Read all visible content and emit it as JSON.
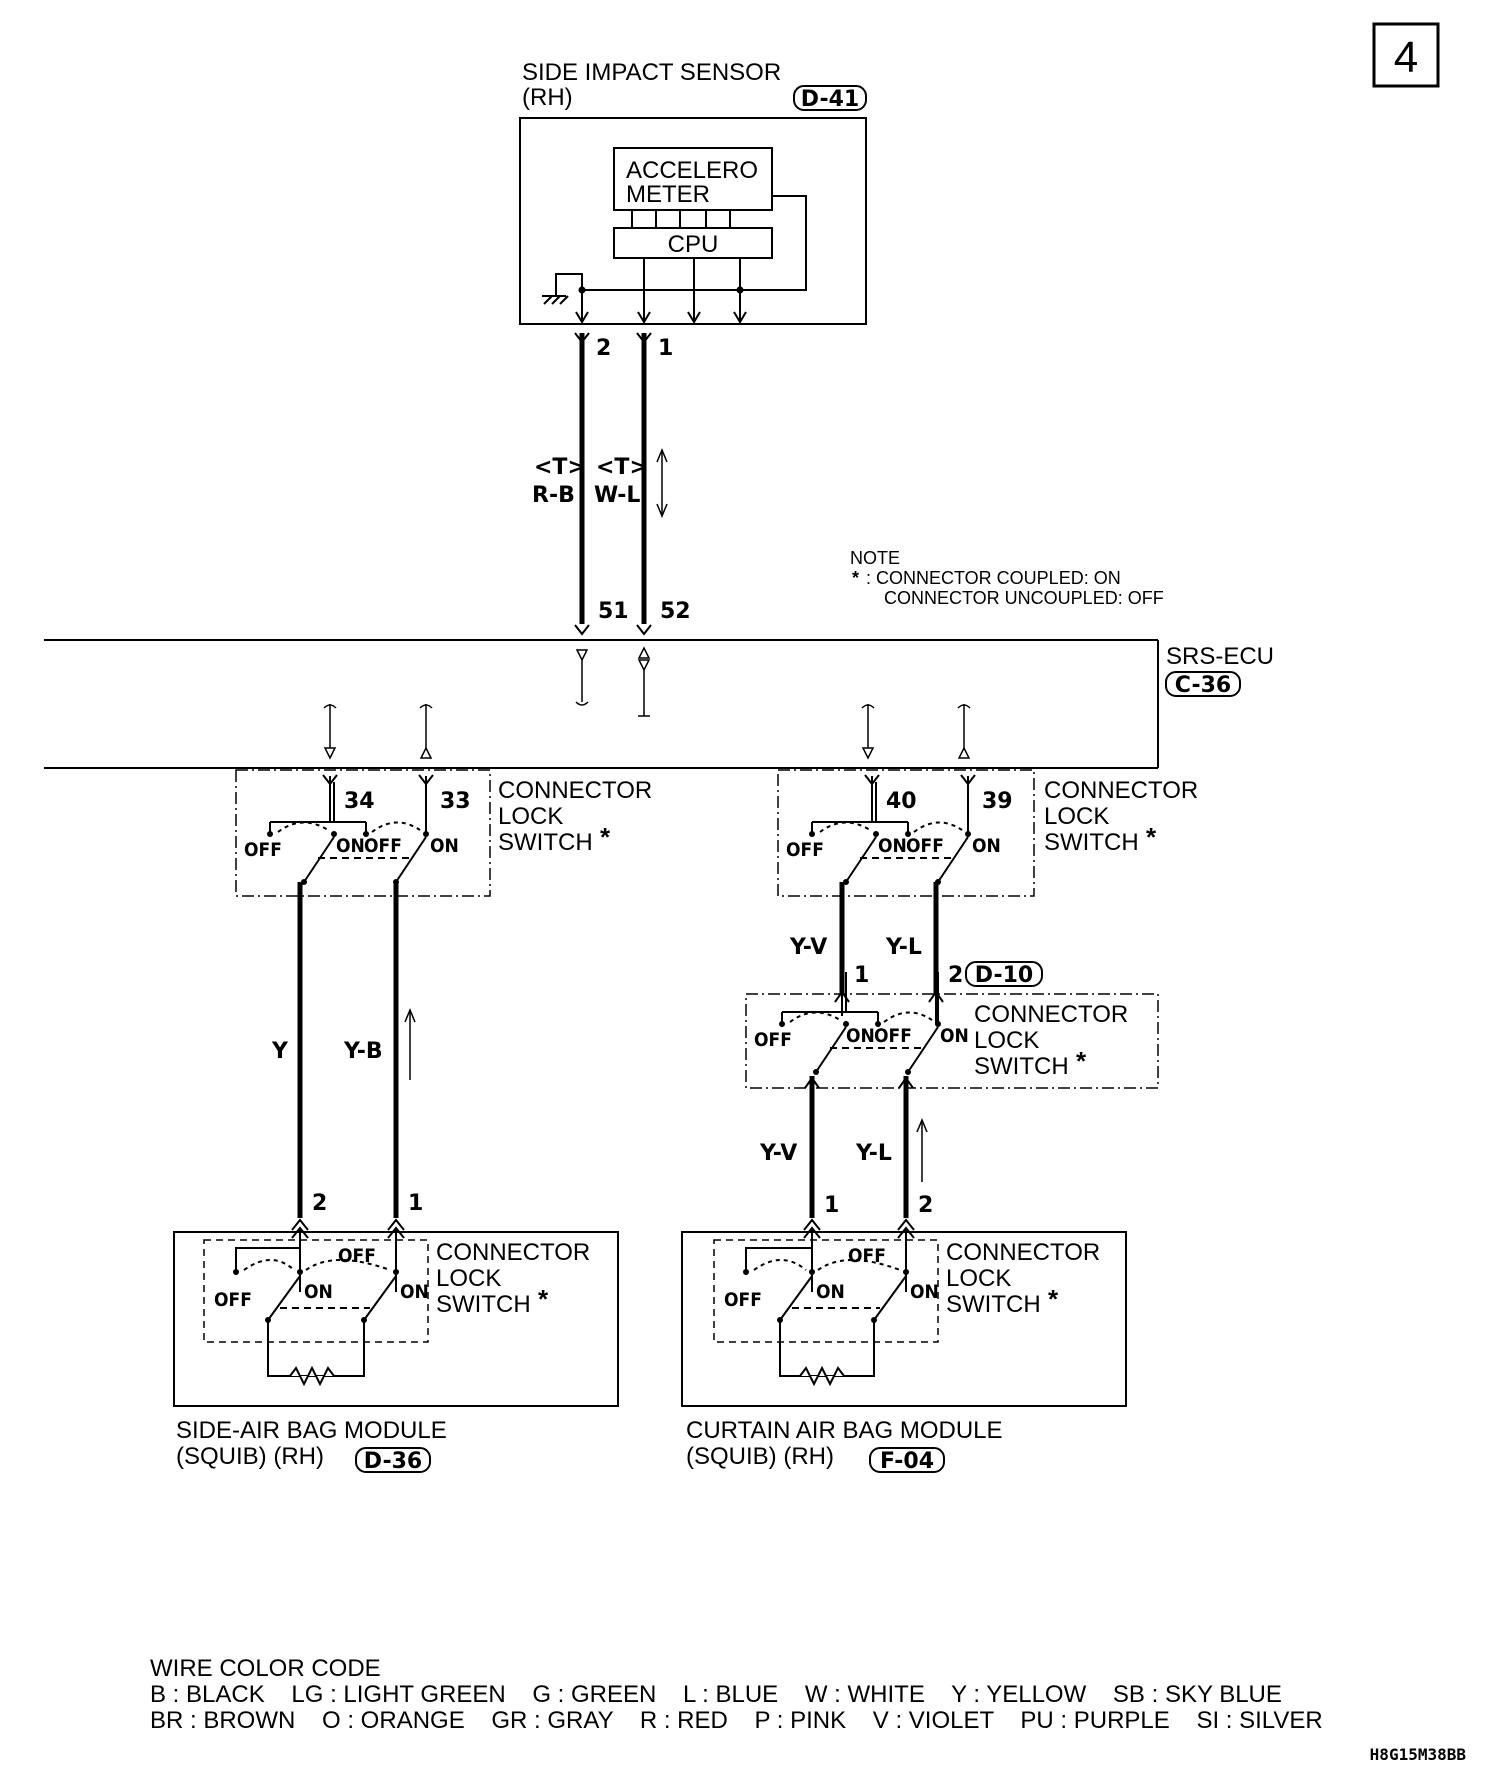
{
  "page_number": "4",
  "sensor": {
    "title_line1": "SIDE IMPACT SENSOR",
    "title_line2": "(RH)",
    "connector": "D-41",
    "accel_line1": "ACCELERO",
    "accel_line2": "METER",
    "cpu": "CPU",
    "pin_a": "2",
    "pin_b": "1"
  },
  "sensor_wires": {
    "left_tag": "<T>",
    "left_color": "R-B",
    "right_tag": "<T>",
    "right_color": "W-L"
  },
  "note": {
    "title": "NOTE",
    "star": "*",
    "line1": ": CONNECTOR COUPLED: ON",
    "line2": "CONNECTOR UNCOUPLED: OFF"
  },
  "ecu": {
    "title": "SRS-ECU",
    "connector": "C-36",
    "pin_51": "51",
    "pin_52": "52",
    "pin_34": "34",
    "pin_33": "33",
    "pin_40": "40",
    "pin_39": "39"
  },
  "lock_switch": {
    "line1": "CONNECTOR",
    "line2": "LOCK",
    "line3": "SWITCH",
    "star": "*",
    "off": "OFF",
    "on": "ON"
  },
  "left_branch": {
    "wire_a": "Y",
    "wire_b": "Y-B",
    "pin_a": "2",
    "pin_b": "1"
  },
  "right_branch": {
    "upper_wire_a": "Y-V",
    "upper_wire_b": "Y-L",
    "mid_pin_a": "1",
    "mid_pin_b": "2",
    "mid_connector": "D-10",
    "lower_wire_a": "Y-V",
    "lower_wire_b": "Y-L",
    "pin_a": "1",
    "pin_b": "2"
  },
  "side_module": {
    "line1": "SIDE-AIR BAG MODULE",
    "line2": "(SQUIB) (RH)",
    "connector": "D-36"
  },
  "curtain_module": {
    "line1": "CURTAIN AIR BAG MODULE",
    "line2": "(SQUIB) (RH)",
    "connector": "F-04"
  },
  "wire_color_code": {
    "title": "WIRE COLOR CODE",
    "row1": "B : BLACK    LG : LIGHT GREEN    G : GREEN    L : BLUE    W : WHITE    Y : YELLOW    SB : SKY BLUE",
    "row2": "BR : BROWN    O : ORANGE    GR : GRAY    R : RED    P : PINK    V : VIOLET    PU : PURPLE    SI : SILVER"
  },
  "drawing_code": "H8G15M38BB"
}
